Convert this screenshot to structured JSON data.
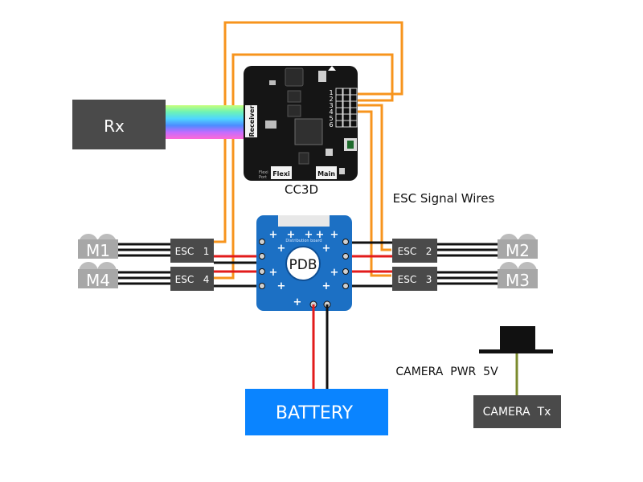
{
  "components": {
    "rx": "Rx",
    "fc": "CC3D",
    "fc_receiver_label": "Receiver",
    "fc_flexi_label": "Flexi",
    "fc_main_label": "Main",
    "fc_flexi_small": "Flexi\nPort",
    "fc_pins": [
      "1",
      "2",
      "3",
      "4",
      "5",
      "6"
    ],
    "pdb": "PDB",
    "pdb_small": "Distribution board",
    "battery": "BATTERY",
    "camera_tx": "CAMERA  Tx"
  },
  "labels": {
    "esc_signal_wires": "ESC  Signal  Wires",
    "camera_pwr": "CAMERA  PWR  5V"
  },
  "motors": {
    "m1": "M1",
    "m2": "M2",
    "m3": "M3",
    "m4": "M4"
  },
  "escs": {
    "esc1": "ESC   1",
    "esc2": "ESC   2",
    "esc3": "ESC   3",
    "esc4": "ESC   4"
  },
  "pdb_symbols": [
    "+",
    "+",
    "+",
    "+",
    "+",
    "+",
    "+",
    "+",
    "+",
    "+",
    "+",
    "+"
  ],
  "colors": {
    "signal_wire": "#f7941d",
    "positive_wire": "#e21b1b",
    "ground_wire": "#111111",
    "camera_wire": "#7b8b2e",
    "battery": "#0a84ff",
    "dark_box": "#4a4a4a",
    "motor_grey": "#a7a7a7",
    "pdb_blue": "#1c70c4"
  }
}
